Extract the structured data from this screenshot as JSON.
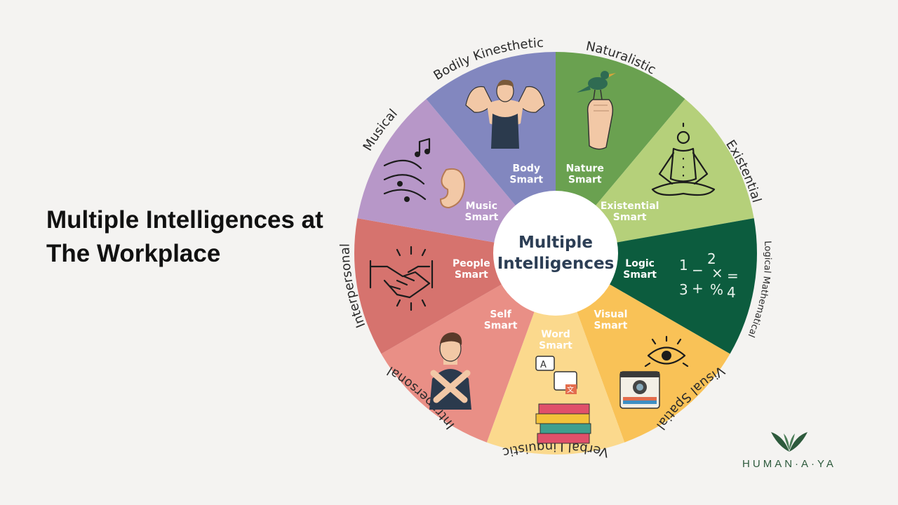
{
  "page": {
    "title_line1": "Multiple Intelligences at",
    "title_line2": "The Workplace"
  },
  "wheel": {
    "center_line1": "Multiple",
    "center_line2": "Intelligences",
    "segments": [
      {
        "outer": "Naturalistic",
        "inner_line1": "Nature",
        "inner_line2": "Smart",
        "color": "#6aa150",
        "icon": "bird-on-hand-icon"
      },
      {
        "outer": "Existential",
        "inner_line1": "Existential",
        "inner_line2": "Smart",
        "color": "#b5d07a",
        "icon": "meditation-icon"
      },
      {
        "outer": "Logical Mathematical",
        "inner_line1": "Logic",
        "inner_line2": "Smart",
        "color": "#0c5c3e",
        "icon": "math-symbols-icon"
      },
      {
        "outer": "Visual Spatial",
        "inner_line1": "Visual",
        "inner_line2": "Smart",
        "color": "#f9c257",
        "icon": "eye-camera-icon"
      },
      {
        "outer": "Verbal Linguistic",
        "inner_line1": "Word",
        "inner_line2": "Smart",
        "color": "#fbd98d",
        "icon": "books-chat-icon"
      },
      {
        "outer": "Intrapersonal",
        "inner_line1": "Self",
        "inner_line2": "Smart",
        "color": "#e98f86",
        "icon": "self-hug-icon"
      },
      {
        "outer": "Interpersonal",
        "inner_line1": "People",
        "inner_line2": "Smart",
        "color": "#d6736e",
        "icon": "handshake-icon"
      },
      {
        "outer": "Musical",
        "inner_line1": "Music",
        "inner_line2": "Smart",
        "color": "#b797c8",
        "icon": "music-ear-icon"
      },
      {
        "outer": "Bodily Kinesthetic",
        "inner_line1": "Body",
        "inner_line2": "Smart",
        "color": "#8287bf",
        "icon": "flexing-man-icon"
      }
    ]
  },
  "math": {
    "digits": [
      "1",
      "2",
      "3",
      "4"
    ],
    "ops": [
      "−",
      "×",
      "=",
      "+",
      "%"
    ]
  },
  "book": {
    "chat_a": "A",
    "chat_b": "文"
  },
  "brand": {
    "name": "HUMAN·A·YA",
    "accent": "#2d5a3c"
  }
}
